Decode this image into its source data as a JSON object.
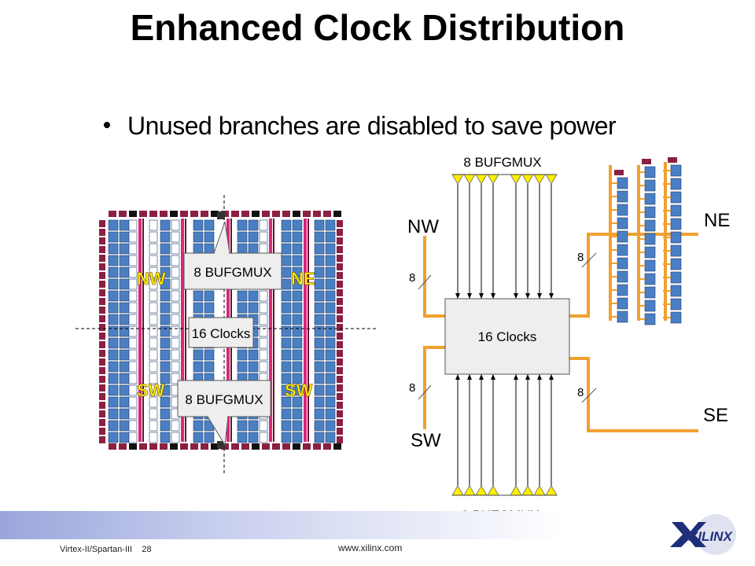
{
  "slide": {
    "title": "Enhanced Clock Distribution",
    "bullet": "Unused branches are disabled to save power"
  },
  "left_diagram": {
    "quadrants": {
      "nw": "NW",
      "ne": "NE",
      "sw": "SW",
      "sw2": "SW"
    },
    "callouts": {
      "top": "8 BUFGMUX",
      "middle": "16 Clocks",
      "bottom": "8 BUFGMUX"
    }
  },
  "right_diagram": {
    "top_label": "8 BUFGMUX",
    "bottom_label": "8 BUFGMUX",
    "center": "16 Clocks",
    "regions": {
      "nw": "NW",
      "ne": "NE",
      "sw": "SW",
      "se": "SE"
    },
    "bus_widths": {
      "nw": "8",
      "ne": "8",
      "sw": "8",
      "se": "8"
    }
  },
  "footer": {
    "left": "Virtex-II/Spartan-III    28",
    "center": "www.xilinx.com",
    "logo_text": "XILINX"
  },
  "colors": {
    "orange": "#f0a030",
    "cell_blue": "#4a7fc4",
    "io_maroon": "#8b2040",
    "clock_pink": "#d8287a",
    "quadrant_label": "#ffee00"
  }
}
